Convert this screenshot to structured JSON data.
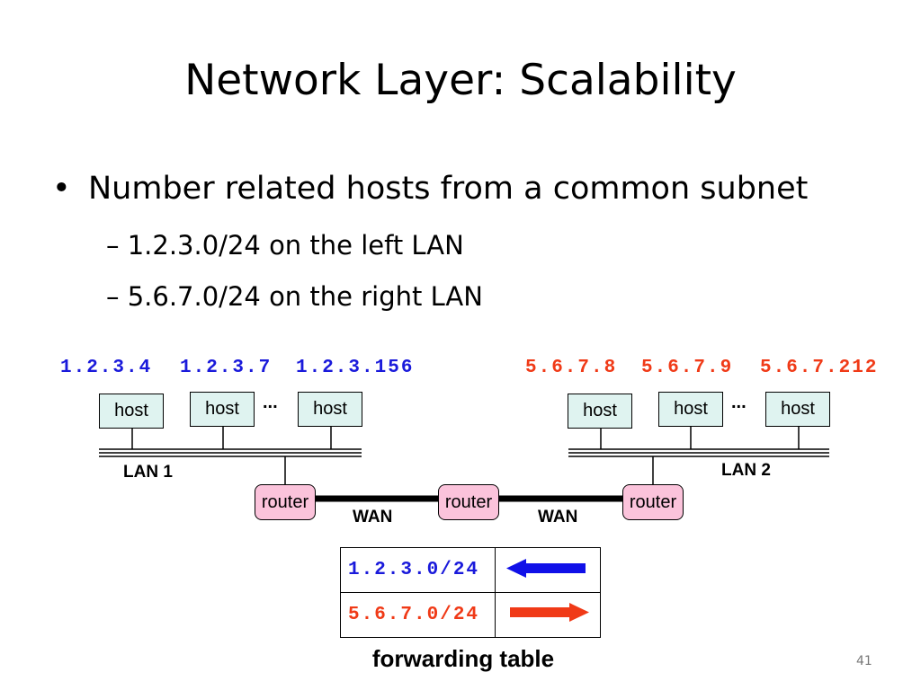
{
  "slide": {
    "title": "Network Layer: Scalability",
    "bullet": "Number related hosts from a common subnet",
    "bullet_marker": "•",
    "sub_items": [
      "– 1.2.3.0/24 on the left LAN",
      "– 5.6.7.0/24 on the right LAN"
    ],
    "page_number": "41"
  },
  "diagram": {
    "left_ips": [
      "1.2.3.4",
      "1.2.3.7",
      "1.2.3.156"
    ],
    "right_ips": [
      "5.6.7.8",
      "5.6.7.9",
      "5.6.7.212"
    ],
    "host_label": "host",
    "router_label": "router",
    "ellipsis": "...",
    "lan1_label": "LAN 1",
    "lan2_label": "LAN 2",
    "wan_label": "WAN",
    "colors": {
      "left": "#1a1adb",
      "right": "#f03a17",
      "host_fill": "#dff3f0",
      "router_fill": "#fbc3db"
    }
  },
  "forwarding_table": {
    "rows": [
      {
        "prefix": "1.2.3.0/24",
        "direction": "left",
        "color": "#1a1adb"
      },
      {
        "prefix": "5.6.7.0/24",
        "direction": "right",
        "color": "#f03a17"
      }
    ],
    "caption": "forwarding table"
  }
}
